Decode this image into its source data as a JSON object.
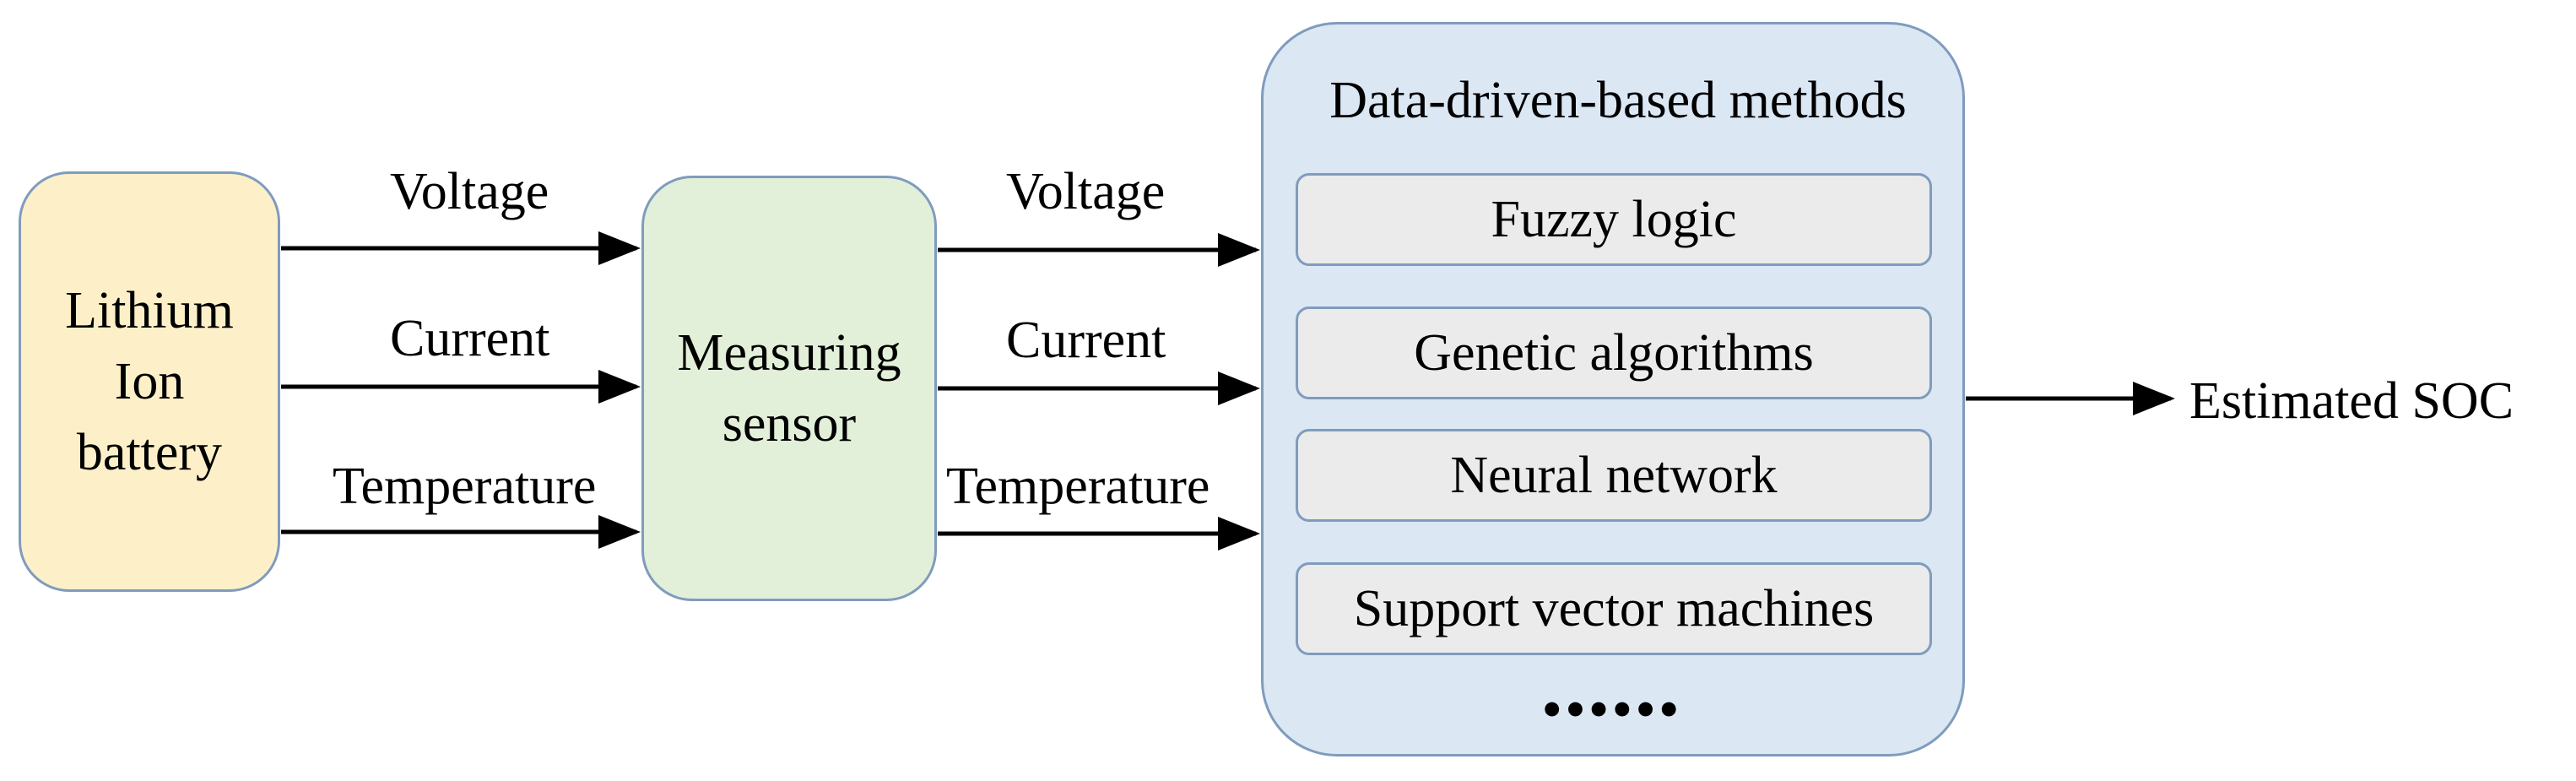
{
  "battery": {
    "label_line1": "Lithium",
    "label_line2": "Ion",
    "label_line3": "battery"
  },
  "sensor": {
    "label_line1": "Measuring",
    "label_line2": "sensor"
  },
  "inputs_to_sensor": {
    "voltage": "Voltage",
    "current": "Current",
    "temperature": "Temperature"
  },
  "inputs_to_methods": {
    "voltage": "Voltage",
    "current": "Current",
    "temperature": "Temperature"
  },
  "methods": {
    "title": "Data-driven-based methods",
    "items": [
      "Fuzzy logic",
      "Genetic algorithms",
      "Neural network",
      "Support vector machines"
    ],
    "ellipsis": "••••••"
  },
  "output": {
    "label": "Estimated SOC"
  },
  "colors": {
    "battery_fill": "#fdf0c9",
    "sensor_fill": "#e2efd9",
    "methods_fill": "#dce7f4",
    "method_item_fill": "#ebebeb",
    "border": "#7f9cbd",
    "arrow": "#000000"
  }
}
